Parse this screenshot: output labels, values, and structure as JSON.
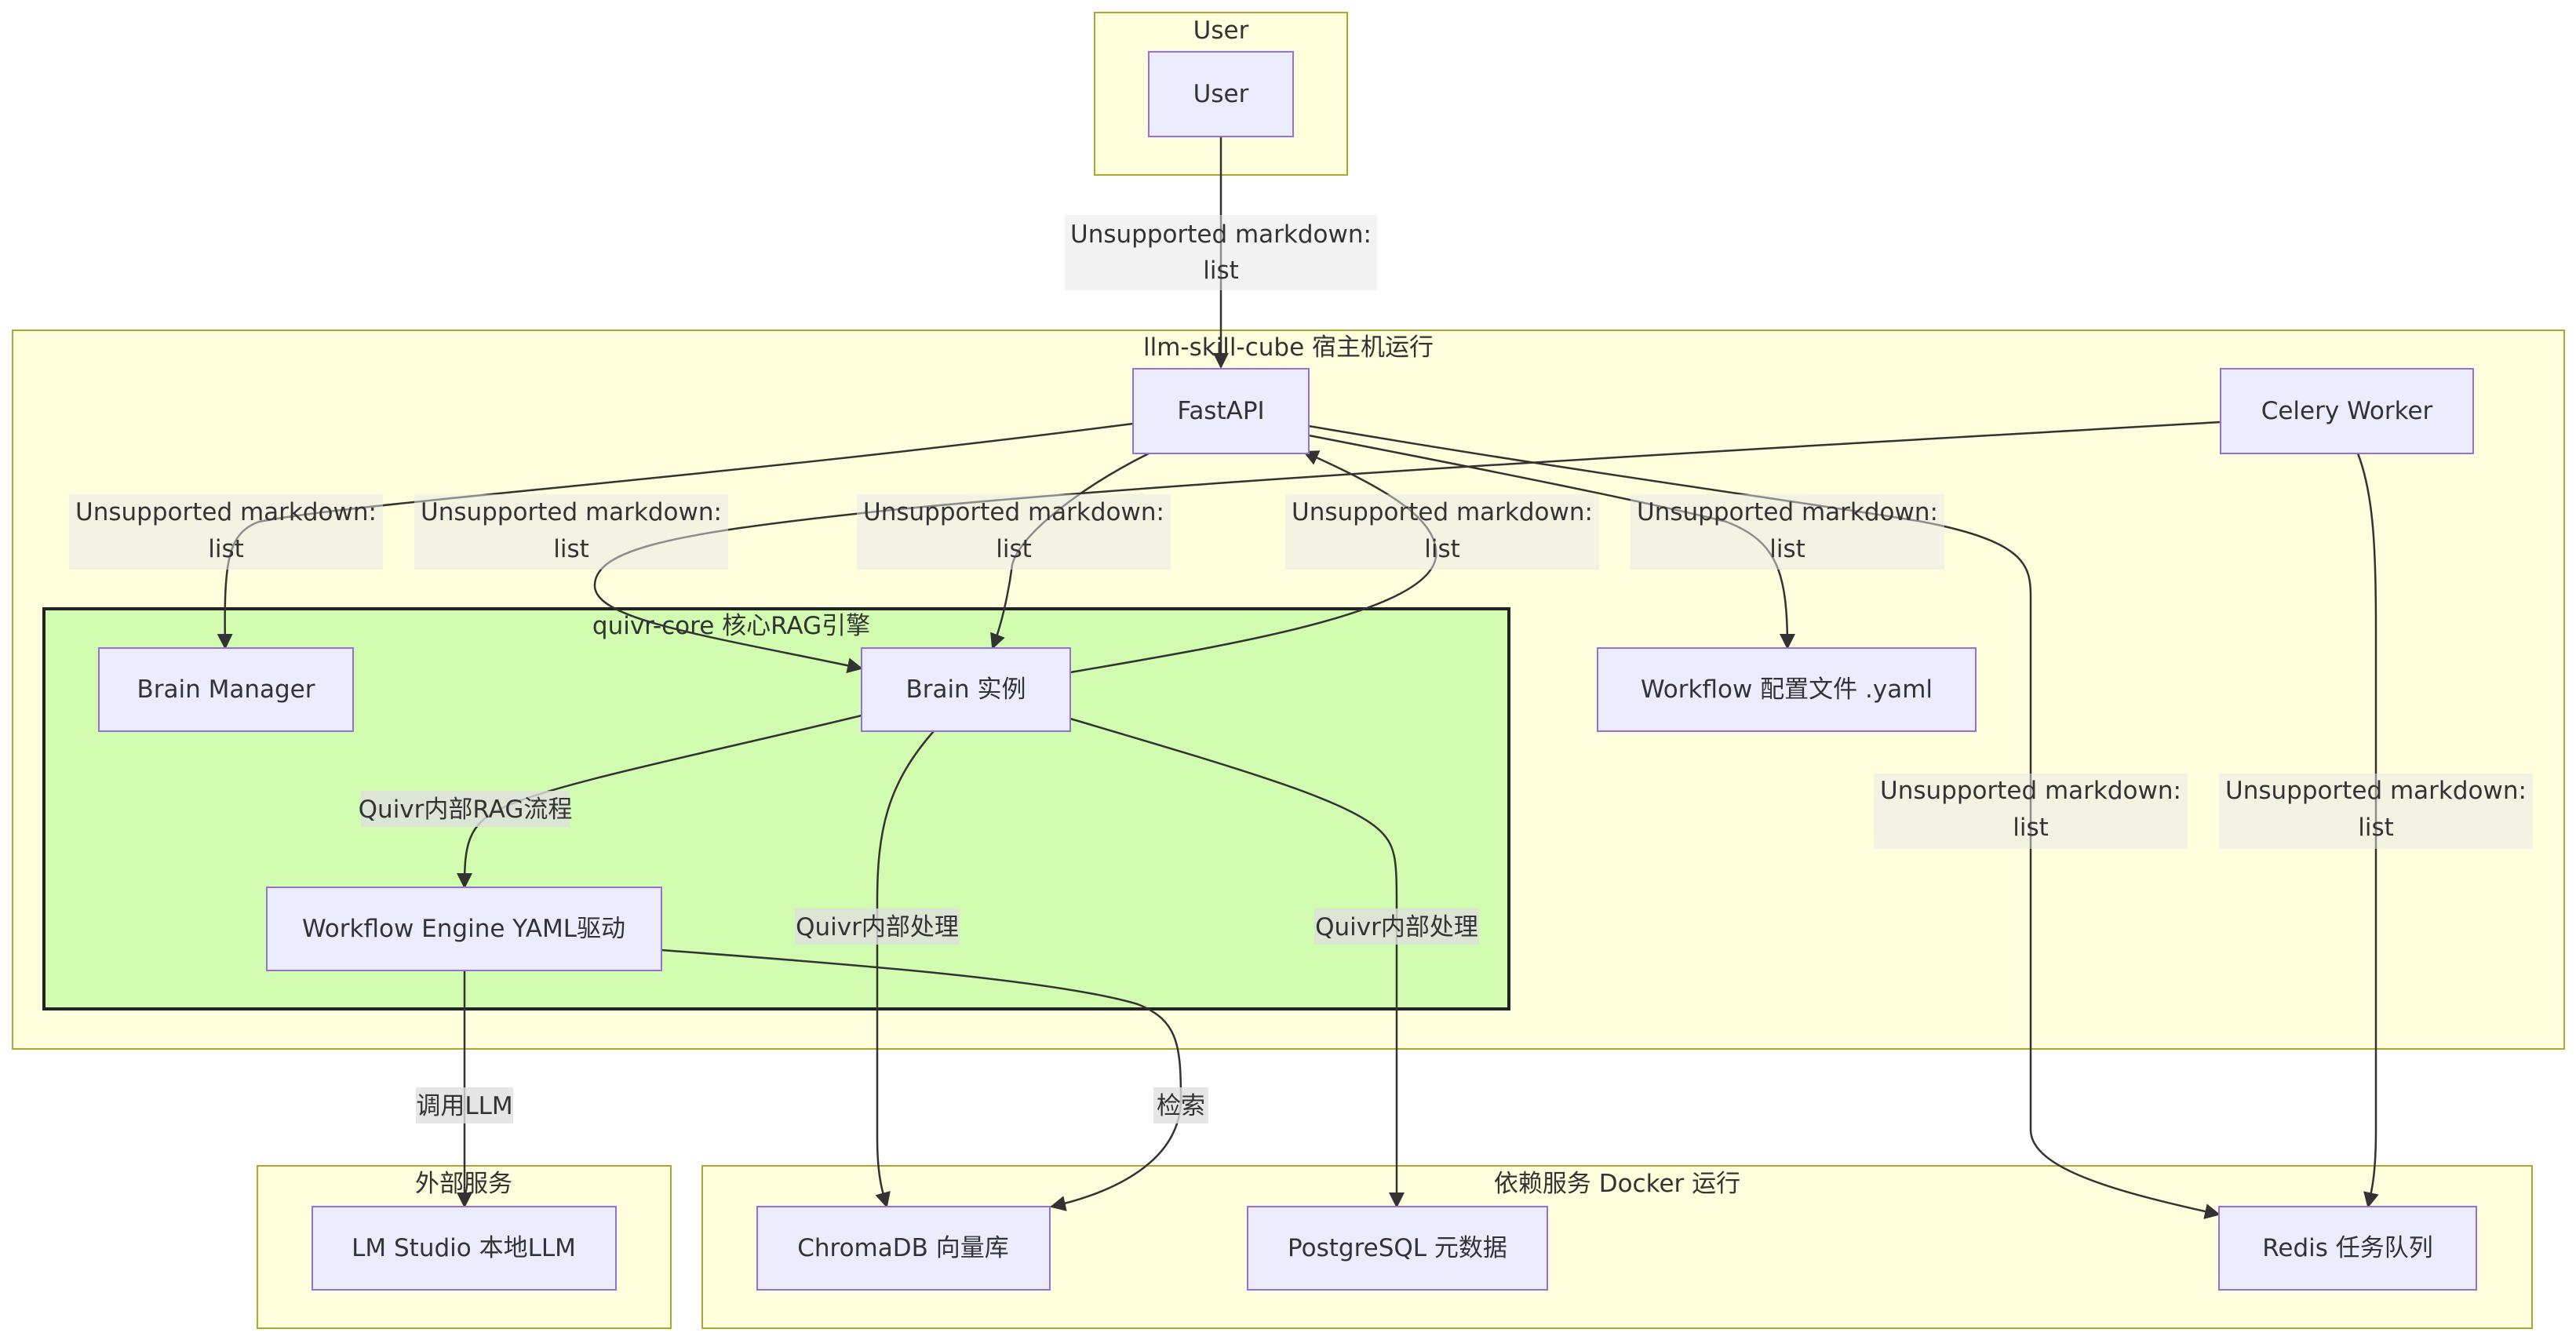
{
  "clusters": {
    "user": "User",
    "host": "llm-skill-cube 宿主机运行",
    "core": "quivr-core 核心RAG引擎",
    "external": "外部服务",
    "deps": "依赖服务 Docker 运行"
  },
  "nodes": {
    "user": "User",
    "fastapi": "FastAPI",
    "celery": "Celery Worker",
    "brain_manager": "Brain Manager",
    "brain": "Brain 实例",
    "workflow_config": "Workflow 配置文件 .yaml",
    "workflow_engine": "Workflow Engine YAML驱动",
    "lmstudio": "LM Studio 本地LLM",
    "chromadb": "ChromaDB 向量库",
    "postgres": "PostgreSQL 元数据",
    "redis": "Redis 任务队列"
  },
  "edge_labels": {
    "unsupported_line1": "Unsupported markdown:",
    "unsupported_line2": "list",
    "quivr_rag": "Quivr内部RAG流程",
    "quivr_process": "Quivr内部处理",
    "call_llm": "调用LLM",
    "retrieve": "检索"
  }
}
